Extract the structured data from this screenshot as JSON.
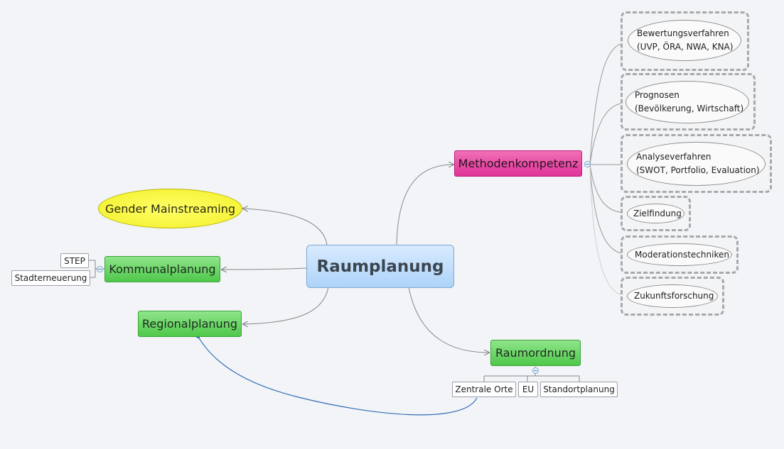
{
  "central": {
    "label": "Raumplanung"
  },
  "left_branches": {
    "gender": "Gender Mainstreaming",
    "kommunal": "Kommunalplanung",
    "regional": "Regionalplanung",
    "kommunal_children": [
      "STEP",
      "Stadterneuerung"
    ]
  },
  "methoden": {
    "label": "Methodenkompetenz",
    "children": [
      {
        "line1": "Bewertungsverfahren",
        "line2": "(UVP, ÖRA, NWA, KNA)"
      },
      {
        "line1": "Prognosen",
        "line2": "(Bevölkerung, Wirtschaft)"
      },
      {
        "line1": "Analyseverfahren",
        "line2": "(SWOT, Portfolio, Evaluation)"
      },
      {
        "line1": "Zielfindung",
        "line2": ""
      },
      {
        "line1": "Moderationstechniken",
        "line2": ""
      },
      {
        "line1": "Zukunftsforschung",
        "line2": ""
      }
    ]
  },
  "raumordnung": {
    "label": "Raumordnung",
    "children": [
      "Zentrale Orte",
      "EU",
      "Standortplanung"
    ]
  },
  "colors": {
    "central": "#aed3f8",
    "green": "#4fc84b",
    "pink": "#e0339a",
    "yellow": "#f3ef2a",
    "relationship_line": "#2f6db5",
    "branch_line": "#888888"
  }
}
